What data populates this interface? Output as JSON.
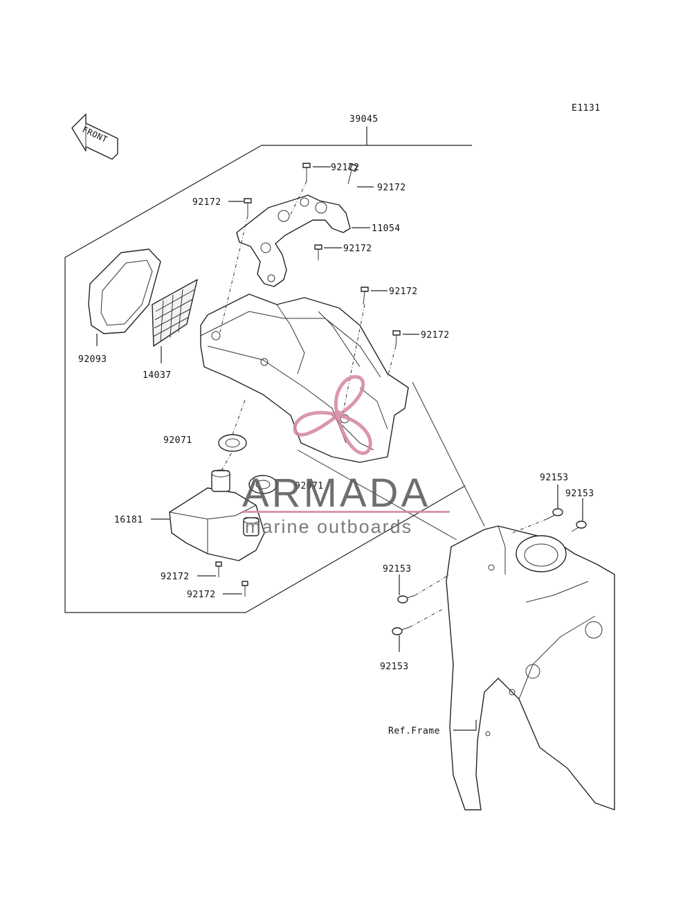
{
  "diagram_code": "E1131",
  "front_label": "FRONT",
  "assembly_label": "39045",
  "ref_frame_label": "Ref.Frame",
  "watermark": {
    "brand": "ARMADA",
    "tagline": "marine outboards",
    "accent_color": "#d4869f"
  },
  "part_labels": {
    "p92172_top": "92172",
    "p92172_right1": "92172",
    "p92172_left": "92172",
    "p11054": "11054",
    "p92172_mid": "92172",
    "p92172_r2": "92172",
    "p92172_r3": "92172",
    "p92093": "92093",
    "p14037": "14037",
    "p92071_a": "92071",
    "p92071_b": "92071",
    "p16181": "16181",
    "p92172_low1": "92172",
    "p92172_low2": "92172",
    "p92153_a": "92153",
    "p92153_b": "92153",
    "p92153_c": "92153",
    "p92153_d": "92153"
  }
}
